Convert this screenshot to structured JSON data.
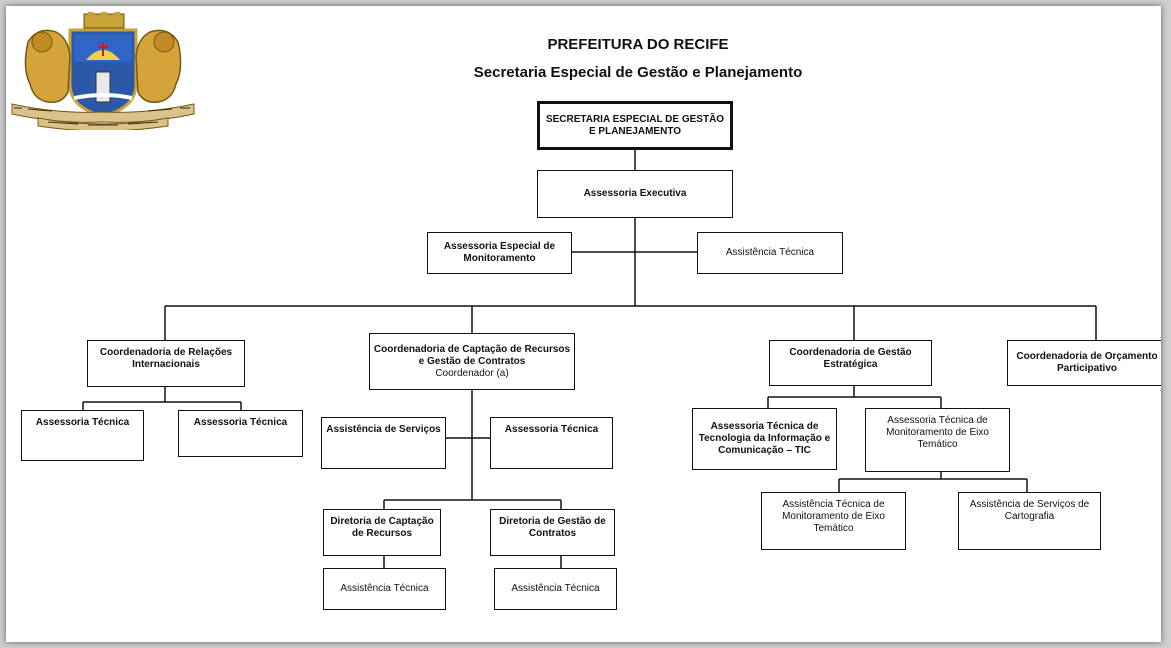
{
  "header": {
    "line1": "PREFEITURA DO RECIFE",
    "line2": "Secretaria Especial de Gestão e Planejamento"
  },
  "logo": {
    "icon": "recife-coat-of-arms",
    "text": ""
  },
  "org": {
    "root": "SECRETARIA ESPECIAL DE GESTÃO E PLANEJAMENTO",
    "assessoria_executiva": "Assessoria Executiva",
    "assessoria_especial": "Assessoria Especial de Monitoramento",
    "assistencia_tecnica_top": "Assistência Técnica",
    "coord_relacoes": "Coordenadoria de Relações Internacionais",
    "coord_relacoes_children": [
      "Assessoria Técnica",
      "Assessoria Técnica"
    ],
    "coord_captacao": "Coordenadoria de Captação de Recursos e Gestão de Contratos",
    "coord_captacao_sub": "Coordenador (a)",
    "captacao_children": [
      "Assistência de Serviços",
      "Assessoria Técnica"
    ],
    "diretoria_captacao": "Diretoria de Captação de Recursos",
    "diretoria_contratos": "Diretoria de Gestão de Contratos",
    "diretoria_captacao_child": "Assistência Técnica",
    "diretoria_contratos_child": "Assistência Técnica",
    "coord_gestao": "Coordenadoria de Gestão Estratégica",
    "gestao_tic": "Assessoria Técnica de Tecnologia da Informação e Comunicação – TIC",
    "gestao_monitoramento": "Assessoria Técnica de Monitoramento de Eixo Temático",
    "gestao_assist_monitoramento": "Assistência Técnica de Monitoramento de Eixo Temático",
    "gestao_cartografia": "Assistência de Serviços de Cartografia",
    "coord_orcamento": "Coordenadoria de Orçamento Participativo"
  },
  "colors": {
    "line": "#111111",
    "frame_bg": "#ffffff",
    "page_bg": "#cfcfcf"
  }
}
